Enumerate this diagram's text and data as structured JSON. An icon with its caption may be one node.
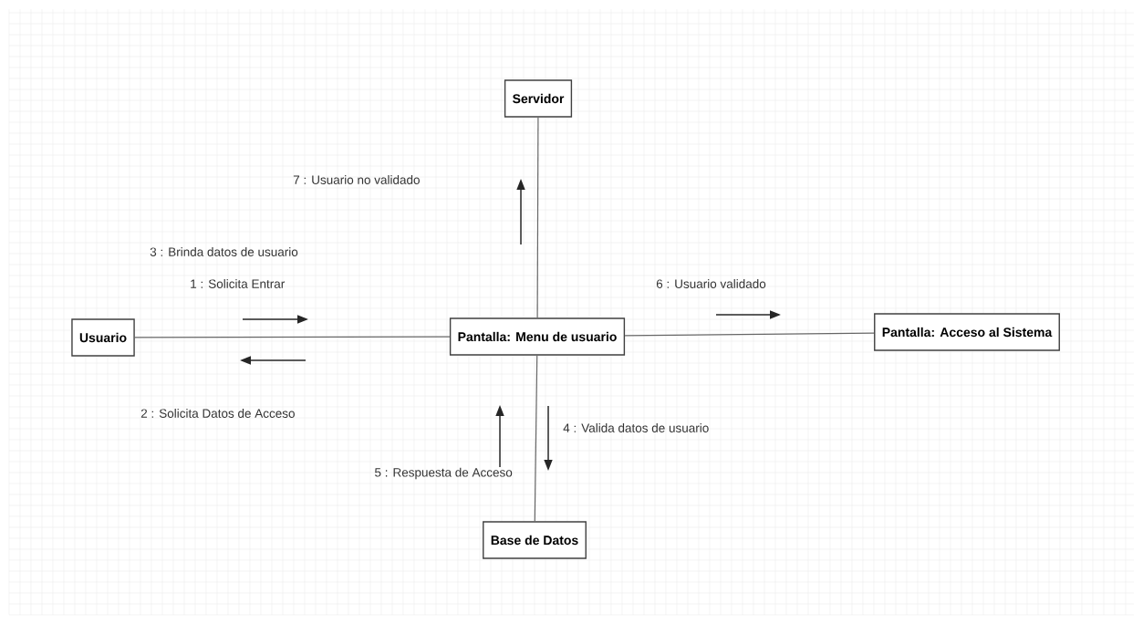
{
  "diagram": {
    "nodes": [
      {
        "text": [
          "Servidor"
        ]
      },
      {
        "text": [
          "Usuario"
        ]
      },
      {
        "text": [
          "Pantalla: Menu de usuario"
        ]
      },
      {
        "text": [
          "Pantalla: Acceso al Sistema"
        ]
      },
      {
        "text": [
          "Base de Datos"
        ]
      }
    ],
    "edges": [
      {
        "from": 1,
        "to": 2,
        "arrow": "none"
      },
      {
        "from": 2,
        "to": 0,
        "arrow": "none"
      },
      {
        "from": 2,
        "to": 3,
        "arrow": "none"
      },
      {
        "from": 2,
        "to": 4,
        "arrow": "none"
      }
    ],
    "labels": [
      "7 : Usuario no validado",
      "3 : Brinda datos de usuario",
      "1 : Solicita Entrar",
      "6 : Usuario validado",
      "2 : Solicita Datos de Acceso",
      "4 : Valida datos de usuario",
      "5 : Respuesta de Acceso"
    ]
  }
}
